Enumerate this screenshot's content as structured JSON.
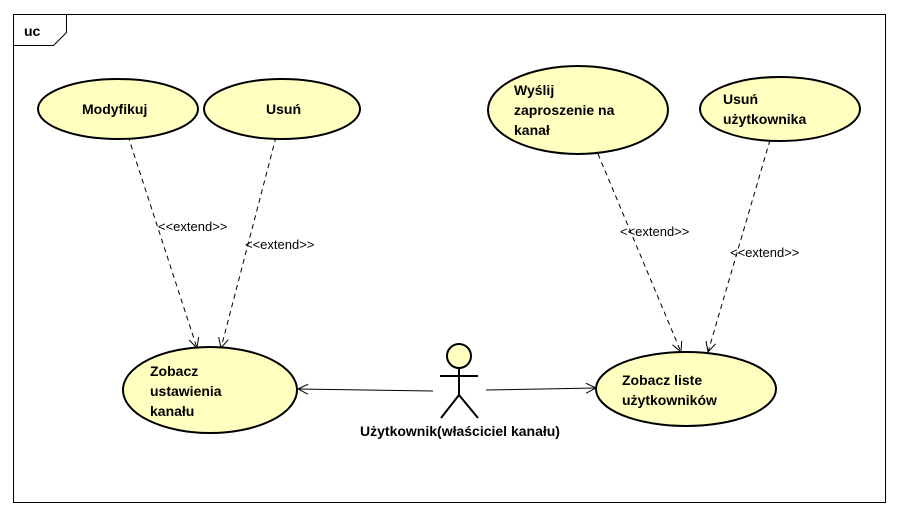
{
  "frame": {
    "label": "uc"
  },
  "colors": {
    "usecase_fill": "#ffffc0",
    "stroke": "#000000",
    "actor_fill": "#ffffc0"
  },
  "usecases": {
    "modyfikuj": [
      "Modyfikuj"
    ],
    "usun": [
      "Usuń"
    ],
    "zaproszenie": [
      "Wyślij",
      "zaproszenie na",
      "kanał"
    ],
    "usun_uzytkownika": [
      "Usuń",
      "użytkownika"
    ],
    "ustawienia": [
      "Zobacz",
      "ustawienia",
      "kanału"
    ],
    "lista": [
      "Zobacz liste",
      "użytkowników"
    ]
  },
  "actor": {
    "name": "Użytkownik(właściciel kanału)",
    "icon": "stick-figure-icon"
  },
  "relations": {
    "r1": "<<extend>>",
    "r2": "<<extend>>",
    "r3": "<<extend>>",
    "r4": "<<extend>>"
  }
}
